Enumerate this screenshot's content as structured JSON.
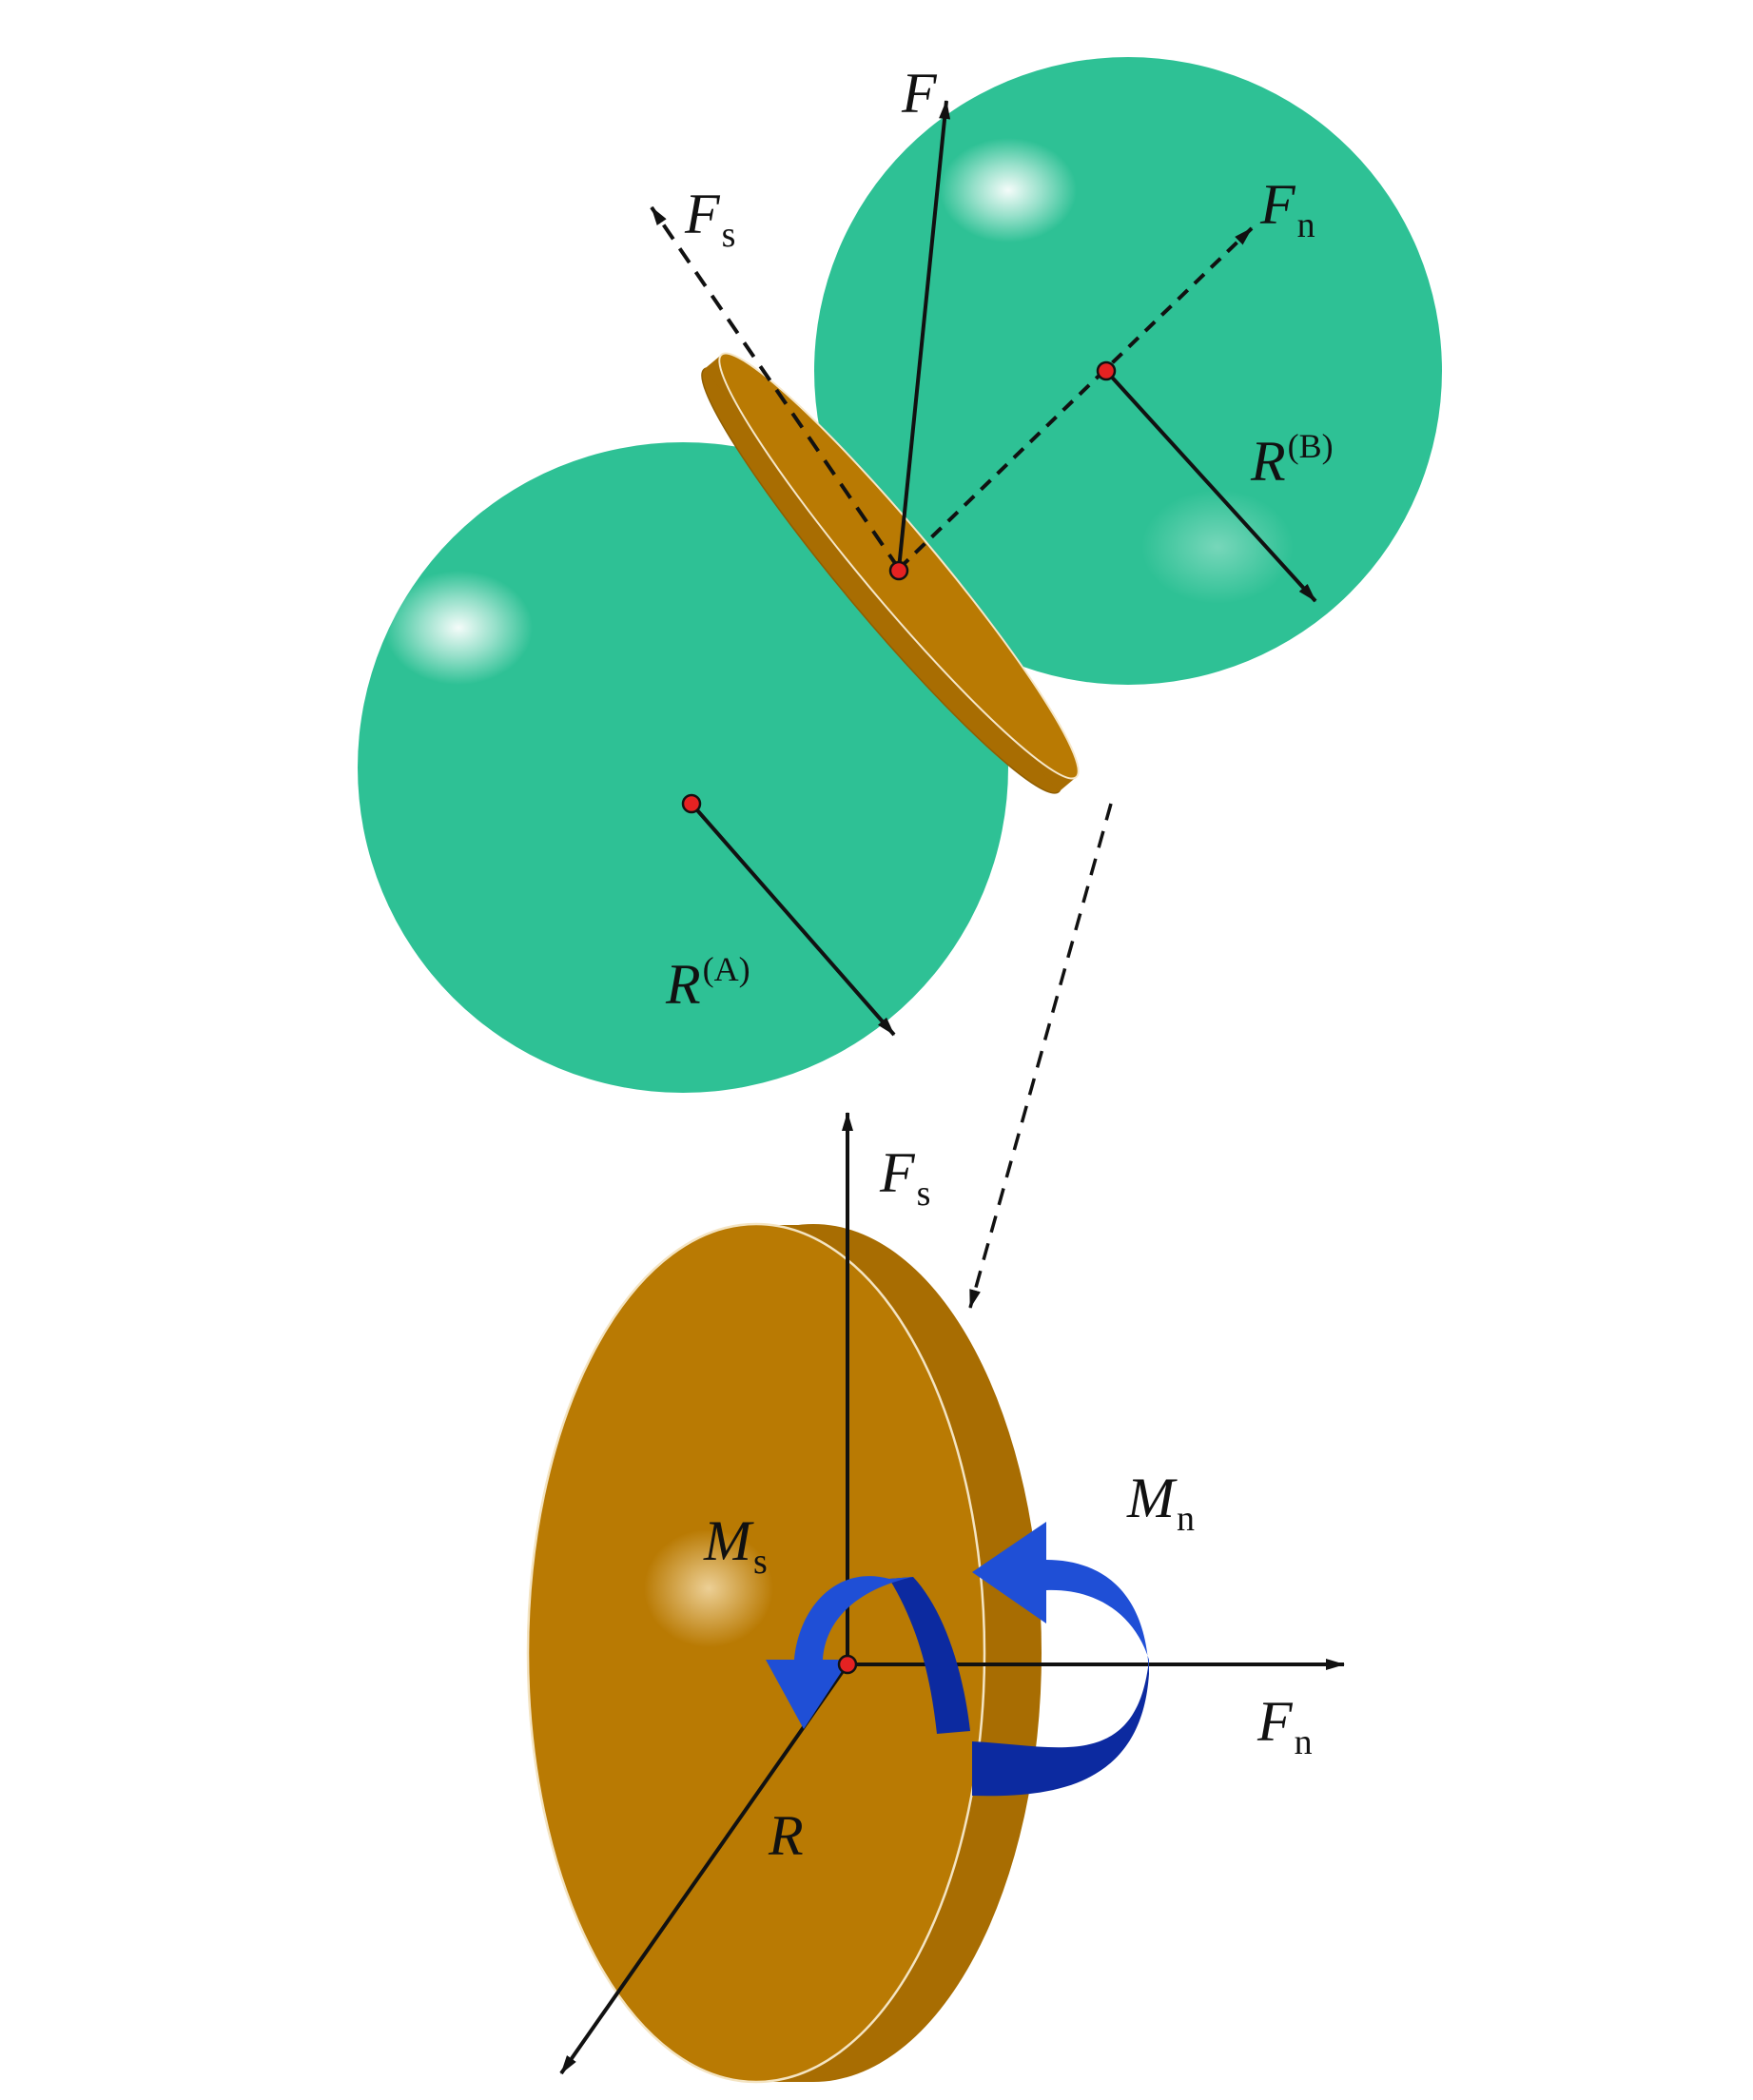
{
  "labels": {
    "F_top": "F",
    "Fs_top": {
      "main": "F",
      "sub": "s"
    },
    "Fn_top": {
      "main": "F",
      "sub": "n"
    },
    "RB": {
      "main": "R",
      "sup": "(B)"
    },
    "RA": {
      "main": "R",
      "sup": "(A)"
    },
    "Fs_bottom": {
      "main": "F",
      "sub": "s"
    },
    "Mn": {
      "main": "M",
      "sub": "n"
    },
    "Ms": {
      "main": "M",
      "sub": "s"
    },
    "Fn_bottom": {
      "main": "F",
      "sub": "n"
    },
    "R_bottom": "R"
  },
  "colors": {
    "sphere": "#2ec195",
    "disk": "#b97a03",
    "disk_edge": "#a86d02",
    "moment_arrow": "#1f4fd6",
    "moment_arrow_dark": "#0c2aa0",
    "point": "#e52222",
    "line": "#111111"
  }
}
